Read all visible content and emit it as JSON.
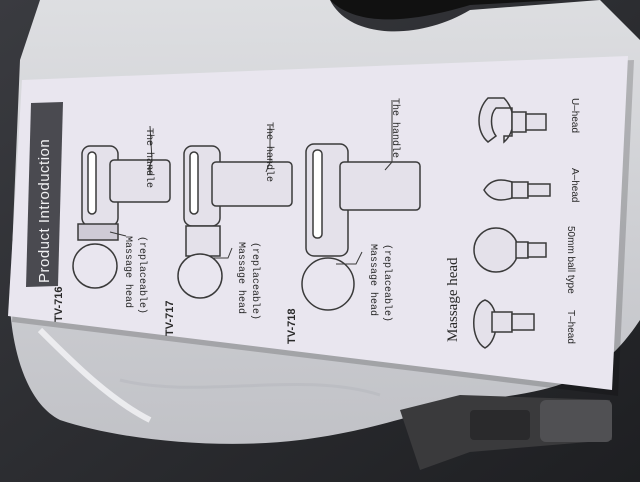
{
  "leaflet": {
    "banner_title": "Product Introduction",
    "products": [
      {
        "model": "TV-716",
        "handle_label": "The handle",
        "head_label_1": "Massage head",
        "head_label_2": "(replaceable)"
      },
      {
        "model": "TV-717",
        "handle_label": "The handle",
        "head_label_1": "Massage head",
        "head_label_2": "(replaceable)"
      },
      {
        "model": "TV-718",
        "handle_label": "The handle",
        "head_label_1": "Massage head",
        "head_label_2": "(replaceable)"
      }
    ],
    "heads_section_title": "Massage head",
    "heads": [
      {
        "name": "T–head"
      },
      {
        "name": "50mm ball type"
      },
      {
        "name": "A–head"
      },
      {
        "name": "U–head"
      }
    ]
  },
  "colors": {
    "paper": "#e9e6ef",
    "banner": "#4a4a50",
    "ink": "#2a2a2a",
    "plastic": "#d9dade"
  }
}
